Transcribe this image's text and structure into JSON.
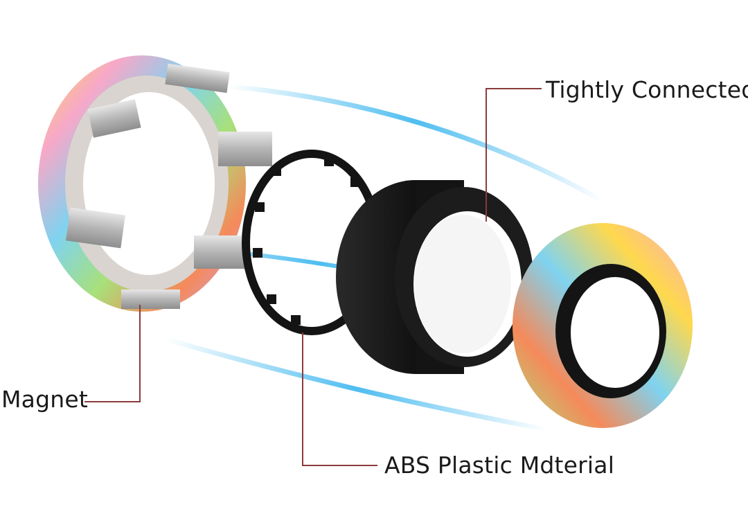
{
  "callouts": {
    "tightly_connected": "Tightly Connected",
    "magnet": "Magnet",
    "abs_material": "ABS Plastic Mdterial"
  },
  "colors": {
    "leader_line": "#8b3a3a",
    "motion_streak": "#3bb6ee",
    "black_part": "#141414",
    "magnet_metal": "#b9b9b9",
    "rainbow": [
      "#f7a8c8",
      "#ffd84d",
      "#7fd3f0",
      "#a8e07a",
      "#f58a5a",
      "#c79ef0"
    ]
  },
  "components": [
    {
      "name": "rainbow-ring-with-magnets"
    },
    {
      "name": "black-gear-clip"
    },
    {
      "name": "black-plastic-sleeve"
    },
    {
      "name": "rainbow-ring"
    }
  ]
}
